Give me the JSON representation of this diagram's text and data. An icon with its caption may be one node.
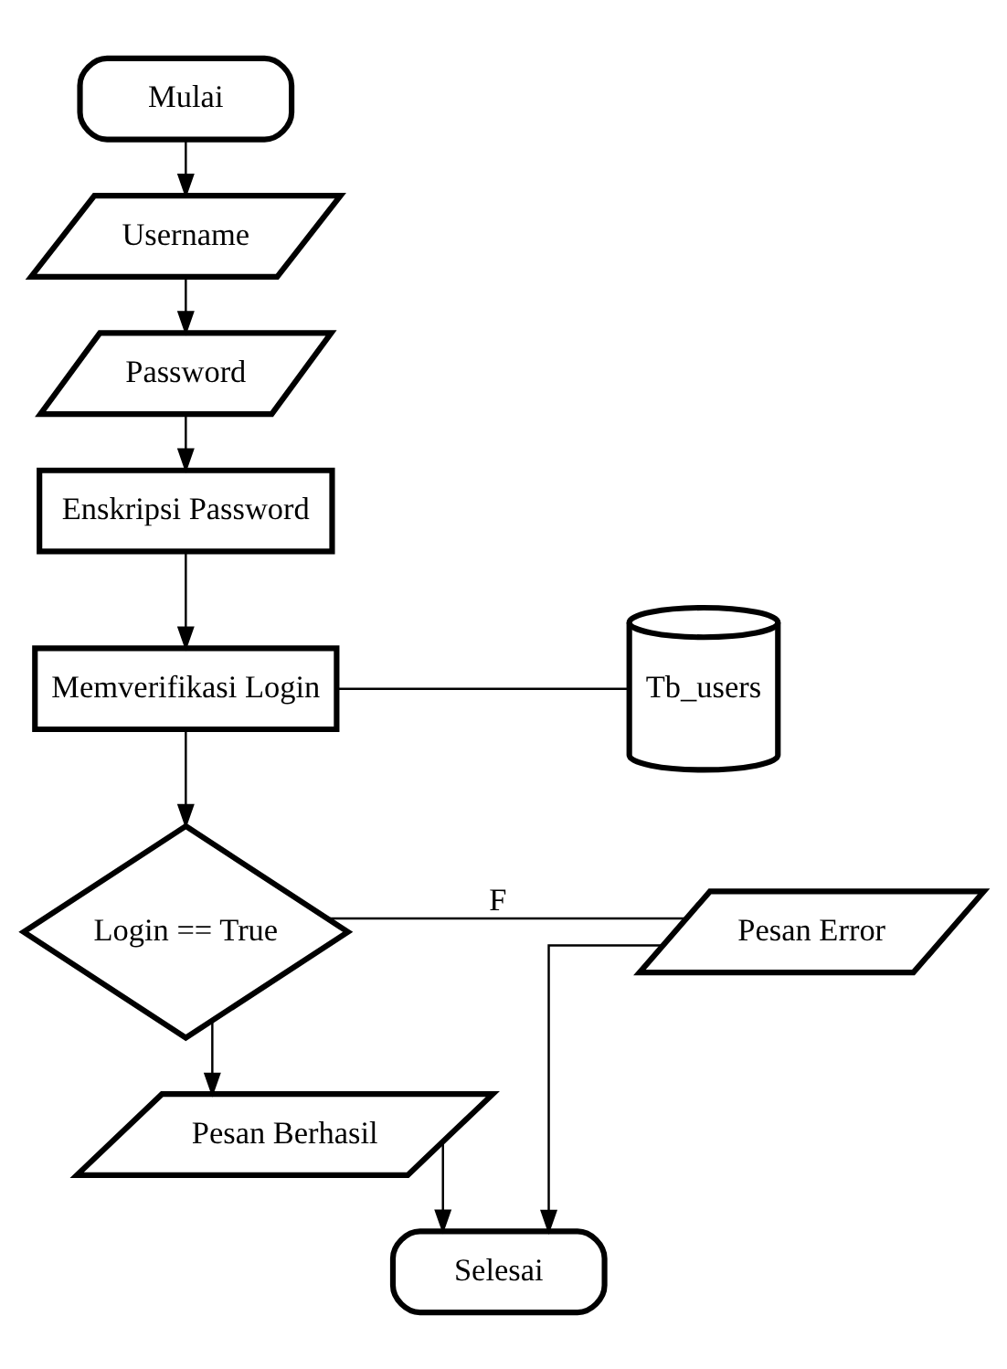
{
  "diagram": {
    "nodes": [
      {
        "text": [
          "Mulai"
        ]
      },
      {
        "text": [
          "Username"
        ]
      },
      {
        "text": [
          "Password"
        ]
      },
      {
        "text": [
          "Enskripsi Password"
        ]
      },
      {
        "text": [
          "Memverifikasi Login"
        ]
      },
      {
        "text": [
          "Tb_users"
        ]
      },
      {
        "text": [
          "Login == True"
        ]
      },
      {
        "text": [
          "Pesan Error"
        ]
      },
      {
        "text": [
          "Pesan Berhasil"
        ]
      },
      {
        "text": [
          "Selesai"
        ]
      }
    ],
    "edges": [
      {
        "from": 0,
        "to": 1,
        "arrow": "to"
      },
      {
        "from": 1,
        "to": 2,
        "arrow": "to"
      },
      {
        "from": 2,
        "to": 3,
        "arrow": "to"
      },
      {
        "from": 3,
        "to": 4,
        "arrow": "to"
      },
      {
        "from": 4,
        "to": 5,
        "arrow": "none"
      },
      {
        "from": 4,
        "to": 6,
        "arrow": "to"
      },
      {
        "from": 6,
        "to": 7,
        "arrow": "none",
        "label": "F"
      },
      {
        "from": 6,
        "to": 8,
        "arrow": "to"
      },
      {
        "from": 8,
        "to": 9,
        "arrow": "to"
      },
      {
        "from": 7,
        "to": 9,
        "arrow": "to"
      }
    ]
  }
}
